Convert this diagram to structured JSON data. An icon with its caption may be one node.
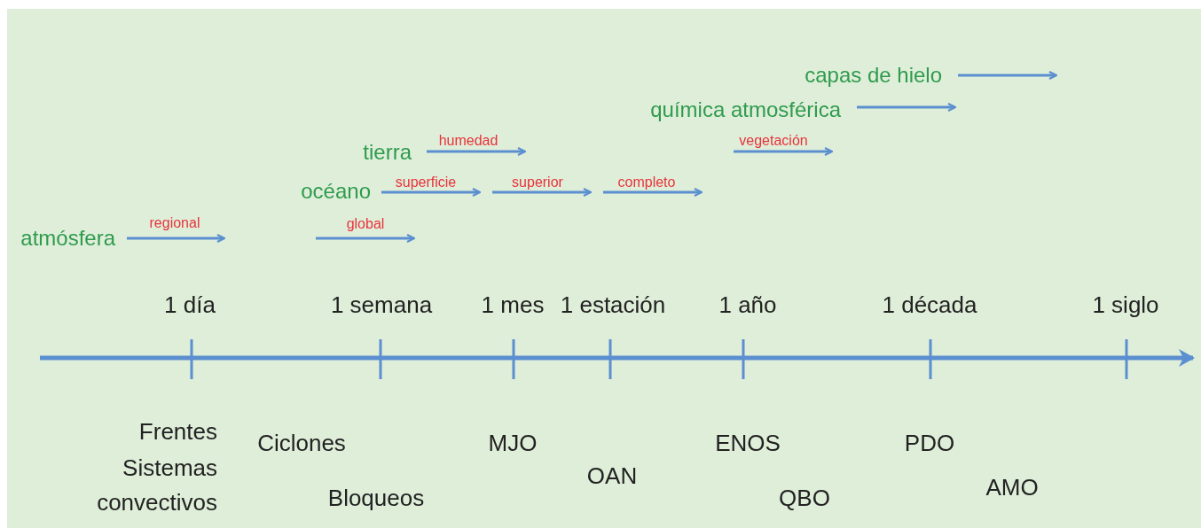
{
  "diagram": {
    "labels": [
      "capas de hielo",
      "química atmosférica",
      "humedad",
      "vegetación",
      "tierra",
      "superficie",
      "superior",
      "completo",
      "océano",
      "regional",
      "global",
      "atmósfera",
      "1 día",
      "1 semana",
      "1 mes",
      "1 estación",
      "1 año",
      "1 década",
      "1 siglo",
      "Frentes",
      "Sistemas convectivos",
      "Ciclones",
      "Bloqueos",
      "MJO",
      "OAN",
      "ENOS",
      "QBO",
      "PDO",
      "AMO"
    ]
  }
}
